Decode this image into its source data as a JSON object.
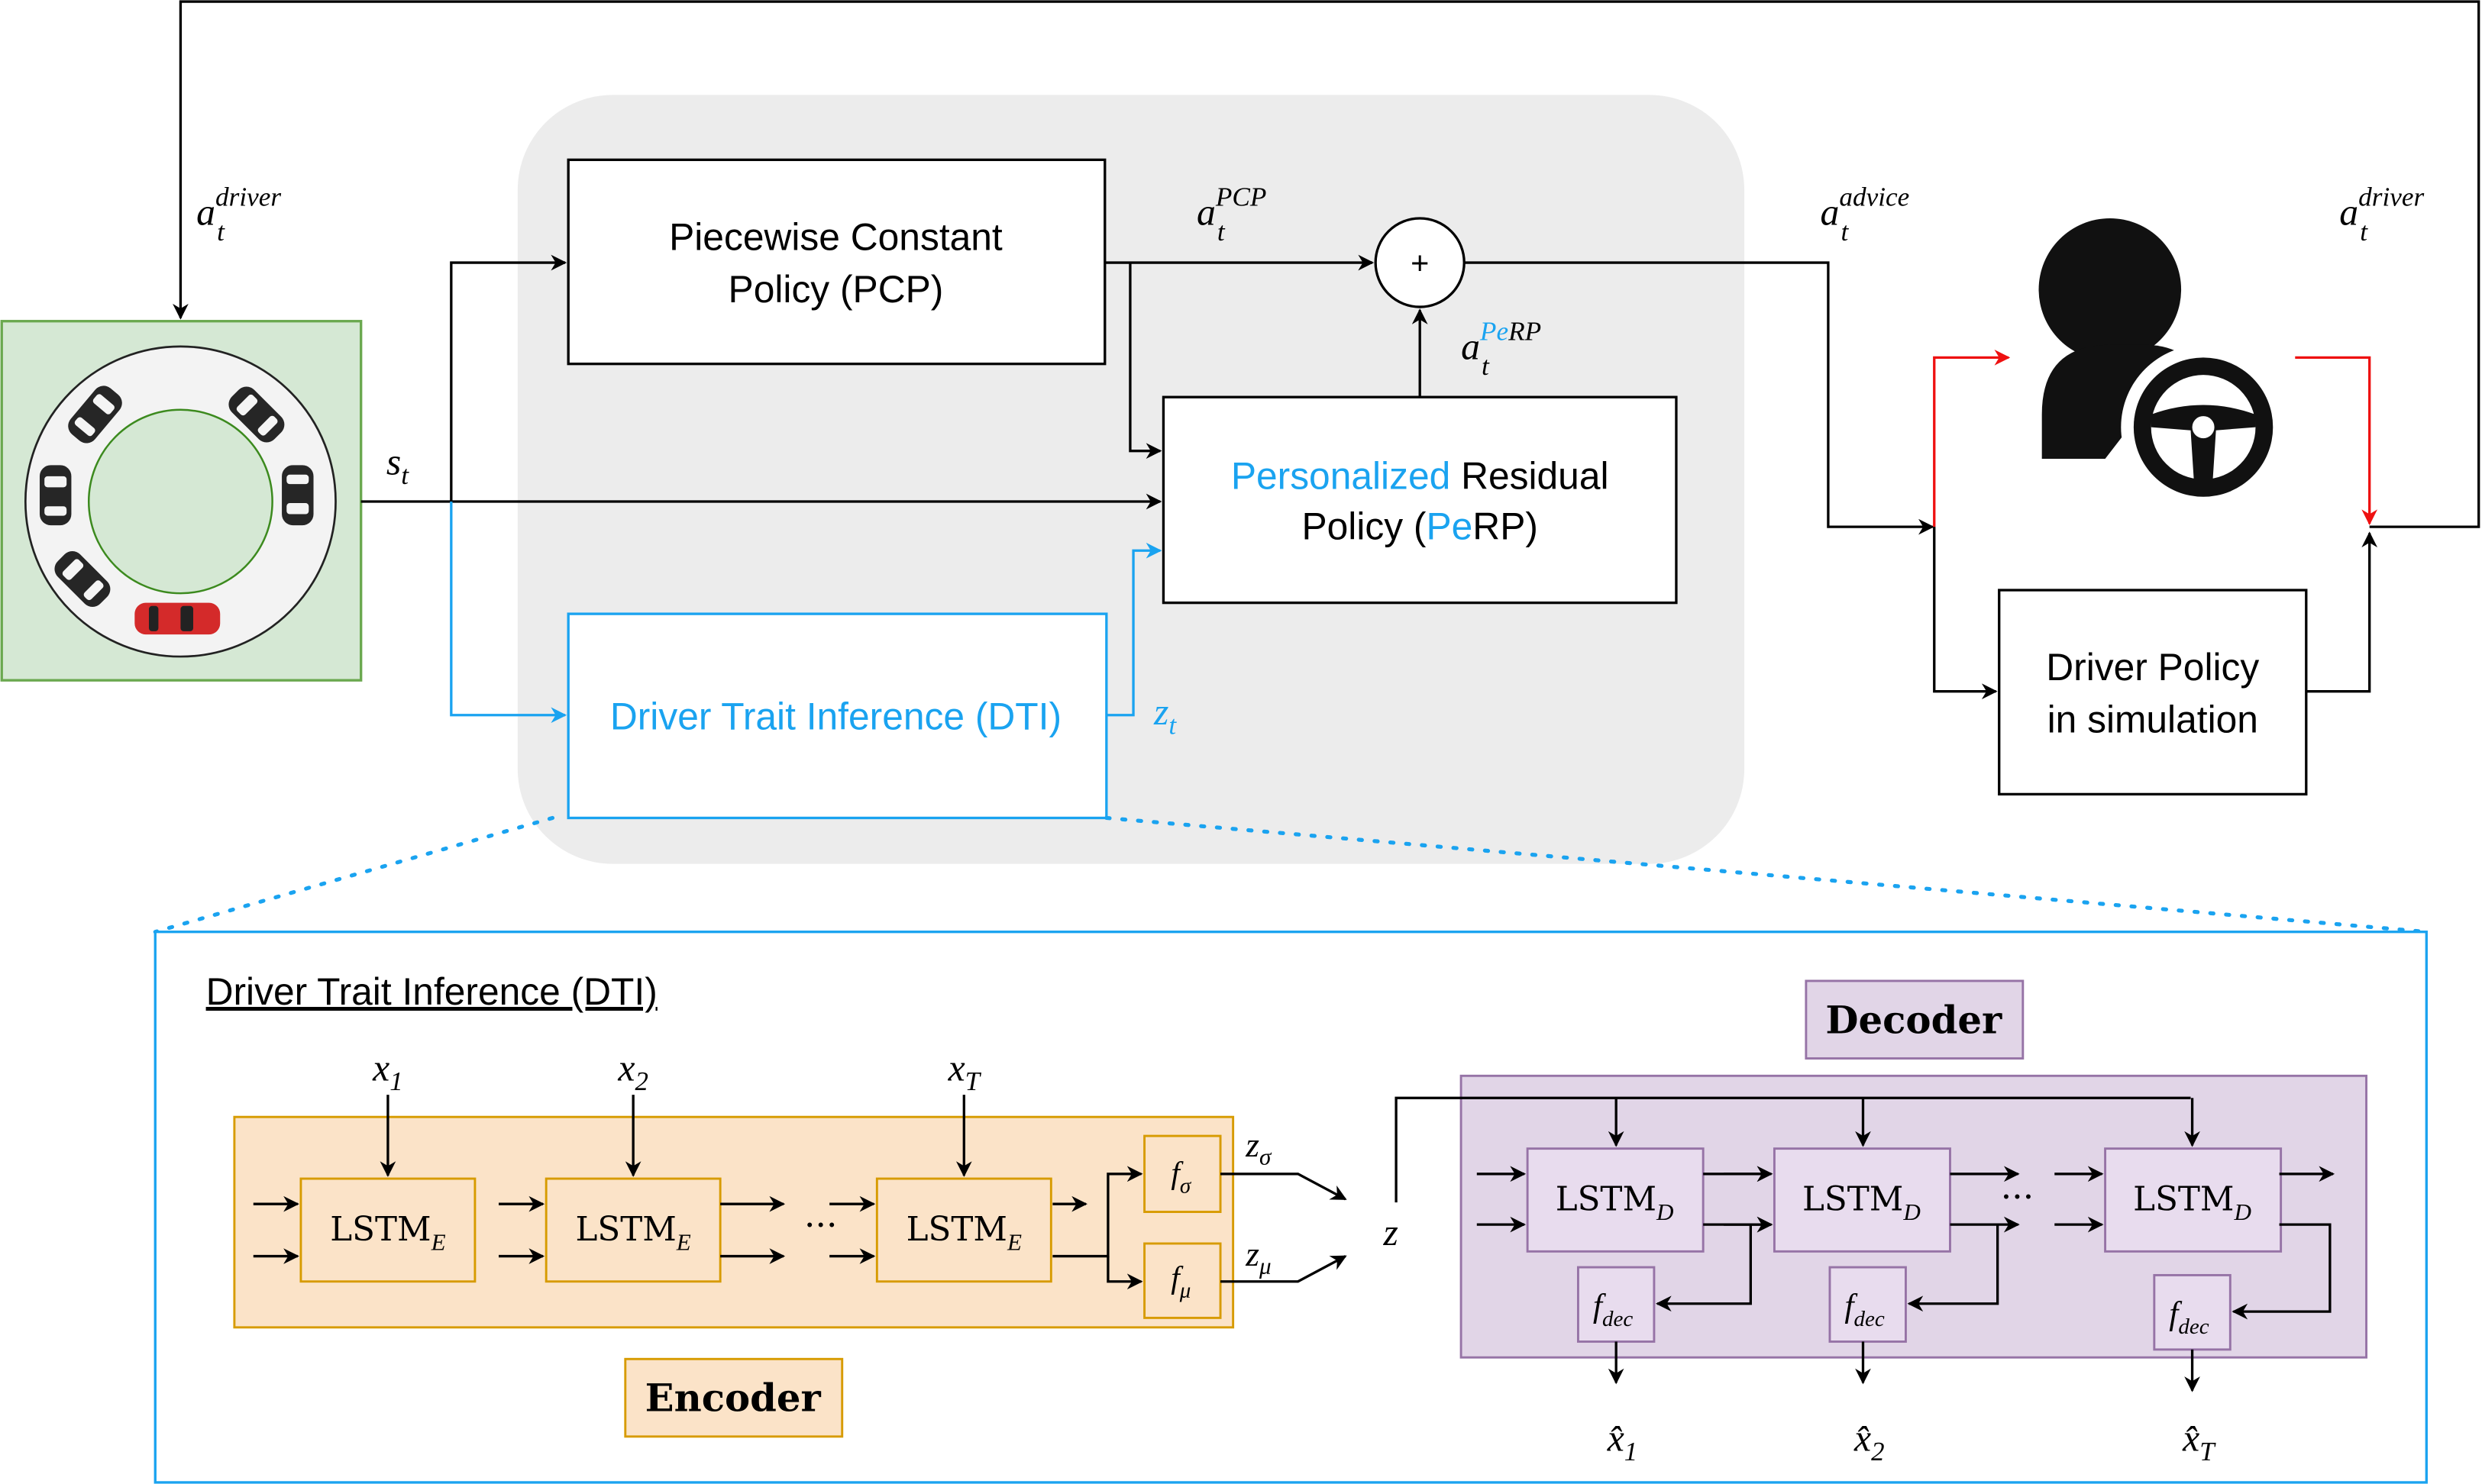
{
  "colors": {
    "accent_blue": "#1aa3f0",
    "panel_gray": "#ececec",
    "env_green": "#d5e8d4",
    "encoder_orange": "#fbe3c8",
    "decoder_purple": "#e1d5e7",
    "feedback_red": "#ee1111"
  },
  "top": {
    "pcp": {
      "line1": "Piecewise Constant",
      "line2": "Policy (PCP)"
    },
    "perp": {
      "l1_blue": "Personalized",
      "l1_black": " Residual",
      "l2_a": "Policy (",
      "l2_blue": "Pe",
      "l2_b": "RP)"
    },
    "dti": "Driver Trait Inference (DTI)",
    "driver_policy": {
      "line1": "Driver Policy",
      "line2": "in simulation"
    },
    "sum": "+",
    "labels": {
      "a_driver_left": {
        "base": "a",
        "sub": "t",
        "sup": "driver"
      },
      "a_pcp": {
        "base": "a",
        "sub": "t",
        "sup": "PCP"
      },
      "a_perp": {
        "base": "a",
        "sub": "t",
        "sup_blue": "Pe",
        "sup": "RP"
      },
      "a_advice": {
        "base": "a",
        "sub": "t",
        "sup": "advice"
      },
      "a_driver_right": {
        "base": "a",
        "sub": "t",
        "sup": "driver"
      },
      "s_t": {
        "base": "s",
        "sub": "t"
      },
      "z_t": {
        "base": "z",
        "sub": "t"
      }
    },
    "icons": [
      "roundabout-environment",
      "driver-steering-wheel-icon"
    ]
  },
  "detail": {
    "title": "Driver Trait Inference (DTI)",
    "encoder": {
      "label": "Encoder",
      "cell": {
        "base": "LSTM",
        "sub": "E"
      },
      "inputs": [
        {
          "base": "x",
          "sub": "1"
        },
        {
          "base": "x",
          "sub": "2"
        },
        {
          "base": "x",
          "sub": "T"
        }
      ],
      "ellipsis": "···",
      "f_sigma": {
        "base": "f",
        "sub": "σ"
      },
      "f_mu": {
        "base": "f",
        "sub": "μ"
      },
      "z_sigma": {
        "base": "z",
        "sub": "σ"
      },
      "z_mu": {
        "base": "z",
        "sub": "μ"
      }
    },
    "z": "z",
    "decoder": {
      "label": "Decoder",
      "cell": {
        "base": "LSTM",
        "sub": "D"
      },
      "ellipsis": "···",
      "fdec": {
        "base": "f",
        "sub": "dec"
      },
      "outputs": [
        {
          "base": "x̂",
          "sub": "1"
        },
        {
          "base": "x̂",
          "sub": "2"
        },
        {
          "base": "x̂",
          "sub": "T"
        }
      ]
    }
  }
}
